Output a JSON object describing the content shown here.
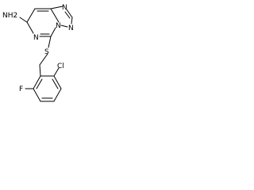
{
  "molecule": {
    "atoms": {
      "amine": "NH2",
      "pyrimidine_n": "N",
      "triazole_n_top": "N",
      "triazole_n_right": "N",
      "triazole_n_bottom": "N",
      "sulfur": "S",
      "fluorine": "F",
      "chlorine": "Cl"
    },
    "colors": {
      "bonds": "#000000",
      "labels": "#000000",
      "background": "#ffffff"
    }
  }
}
